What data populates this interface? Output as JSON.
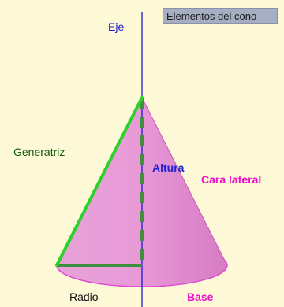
{
  "title": "Elementos del cono",
  "labels": {
    "axis": "Eje",
    "generatrix": "Generatriz",
    "height": "Altura",
    "lateral_face": "Cara lateral",
    "radius": "Radio",
    "base": "Base"
  },
  "colors": {
    "background": "#fdf9d6",
    "cone_fill": "#e99bd8",
    "base_fill": "#f0a8de",
    "base_outline": "#e24ad2",
    "axis_line": "#1a1ad0",
    "generatrix_line": "#2ad22a",
    "height_line": "#3f8f3f",
    "title_box": "#a6aec3"
  }
}
